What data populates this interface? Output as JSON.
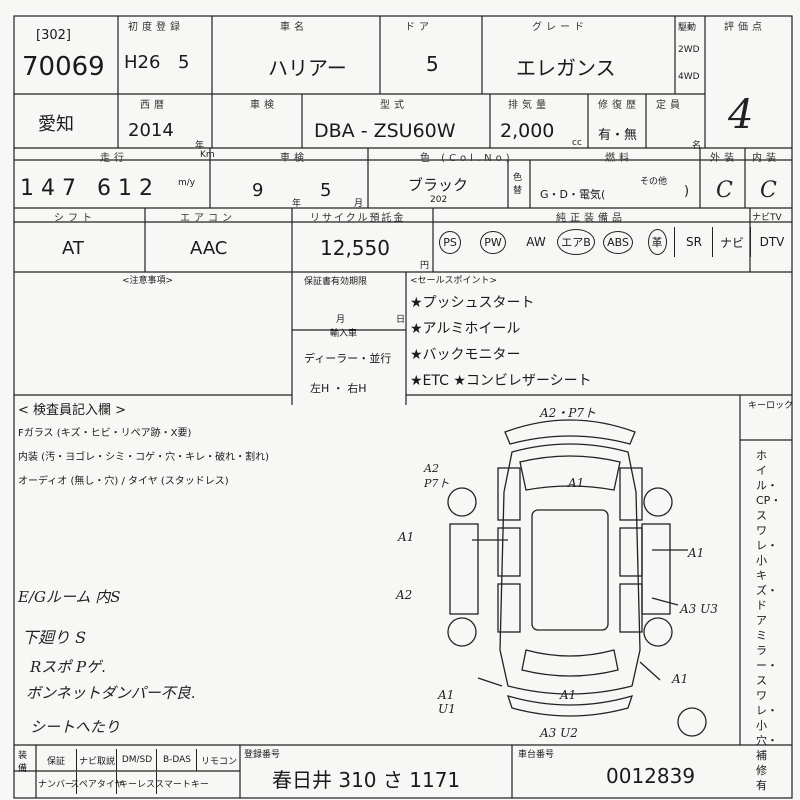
{
  "header_partial": "",
  "labels": {
    "first_reg": "初度登録",
    "car_name": "車名",
    "door": "ドア",
    "grade": "グレード",
    "drive": "駆動",
    "score": "評価点",
    "year": "西暦",
    "year_unit": "年",
    "inspection": "車検",
    "model": "型式",
    "displacement": "排気量",
    "cc": "cc",
    "hist": "修復歴",
    "capacity": "定員",
    "name_unit": "名",
    "mileage": "走行",
    "meter": "Km",
    "car_insp": "車検",
    "year2": "年",
    "month2": "月",
    "color": "色 (Col.No)",
    "color_side": "色替",
    "fuel": "燃料",
    "exterior": "外装",
    "interior": "内装",
    "shift": "シフト",
    "aircon": "エアコン",
    "recycle": "リサイクル預託金",
    "yen": "円",
    "equipment": "純正装備品",
    "nav_tv": "ナビTV",
    "notes_hdr": "<注意事項>",
    "warranty": "保証書有効期限",
    "warranty_mo": "月",
    "warranty_day": "日",
    "import": "輸入車",
    "import_dealer": "ディーラー・並行",
    "import_hand": "左H ・ 右H",
    "sales": "<セールスポイント>",
    "inspector": "< 検査員記入欄 >",
    "keylock": "キーロック",
    "check_fglass": "Fガラス (キズ・ヒビ・リペア跡・X要)",
    "check_interior": "内装 (汚・ヨゴレ・シミ・コゲ・穴・キレ・破れ・割れ)",
    "check_audio": "オーディオ (無し・穴) / タイヤ (スタッドレス)",
    "side_vertical": "ホイル・CP・スワレ・小キズ・ドアミラー・スワレ・小穴・補修有",
    "reg_no_label": "登録番号",
    "chassis_label": "車台番号",
    "opt_label": "装備"
  },
  "vehicle": {
    "lot_code": "[302]",
    "lot_no": "70069",
    "era_year": "H26",
    "month": "5",
    "name": "ハリアー",
    "doors": "5",
    "grade": "エレガンス",
    "drive_2wd": "2WD",
    "drive_4wd": "4WD",
    "score": "4",
    "region": "愛知",
    "year": "2014",
    "model": "DBA - ZSU60W",
    "displacement": "2,000",
    "history": "有・無",
    "mileage": "147 612",
    "meter_mark": "m/y",
    "insp_year": "9",
    "insp_month": "5",
    "color": "ブラック",
    "color_no": "202",
    "fuel": "G・D・電気(",
    "fuel_other": "その他",
    "exterior_score": "C",
    "interior_score": "C",
    "shift": "AT",
    "aircon": "AAC",
    "recycle_fee": "12,550",
    "reg_no": "春日井 310 さ 1171",
    "chassis_no": "0012839"
  },
  "equipment": [
    "PS",
    "PW",
    "AW",
    "エアB",
    "ABS",
    "革",
    "SR",
    "ナビ",
    "DTV"
  ],
  "sales_points": [
    "★プッシュスタート",
    "★アルミホイール",
    "★バックモニター",
    "★ETC ★コンビレザーシート"
  ],
  "handwritten": {
    "notes": [
      "E/Gルーム 内S",
      "下廻り S",
      "Rスポ Pゲ.",
      "ボンネットダンパー不良.",
      "シートへたり"
    ],
    "marks": [
      "A2・P7ト",
      "A2 P7ト",
      "A1",
      "A1",
      "A1",
      "A2",
      "A3 U3",
      "A1 U1",
      "A1",
      "A1",
      "A3 U2"
    ]
  },
  "options": [
    "保証",
    "ナビ取説",
    "DM/SD",
    "B-DAS",
    "リモコン",
    "ナンバー",
    "スペアタイヤ",
    "キーレス",
    "スマートキー"
  ]
}
